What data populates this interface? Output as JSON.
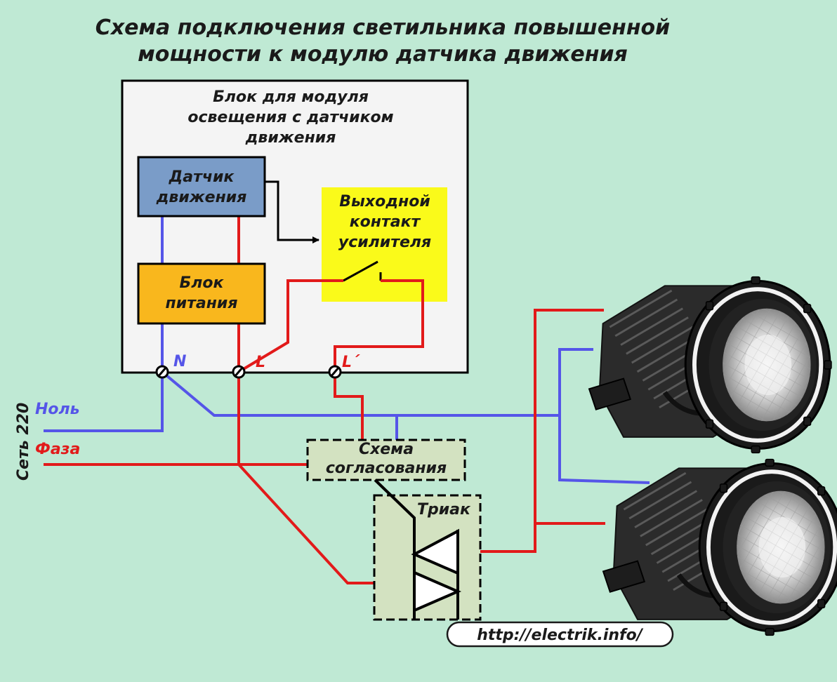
{
  "title": {
    "line1": "Схема подключения светильника  повышенной",
    "line2": "мощности к модулю датчика движения"
  },
  "unit_block": {
    "label_lines": [
      "Блок для модуля",
      "освещения с датчиком",
      "движения"
    ]
  },
  "motion_sensor": {
    "label_lines": [
      "Датчик",
      "движения"
    ]
  },
  "power_supply": {
    "label_lines": [
      "Блок",
      "питания"
    ]
  },
  "output_contact": {
    "label_lines": [
      "Выходной",
      "контакт",
      "усилителя"
    ]
  },
  "terminals": {
    "n": "N",
    "l": "L",
    "l_out": "L´"
  },
  "mains": {
    "label": "Сеть 220",
    "neutral": "Ноль",
    "phase": "Фаза"
  },
  "matching_circuit": {
    "label_lines": [
      "Схема",
      "согласования"
    ]
  },
  "triac": {
    "label": "Триак"
  },
  "url": "http://electrik.info/",
  "colors": {
    "background": "#bfe9d4",
    "phase_wire": "#e21a1a",
    "neutral_wire": "#5555e8",
    "sensor_block": "#7a9cc8",
    "power_block": "#f9b71d",
    "output_block": "#fafa1a",
    "dashed_block": "#d3e2c1",
    "title_text": "#1a1a1a"
  },
  "icons": [
    "led-highbay-lamp-icon",
    "led-highbay-lamp-icon",
    "triac-symbol-icon",
    "switch-contact-icon",
    "terminal-screw-icon"
  ]
}
